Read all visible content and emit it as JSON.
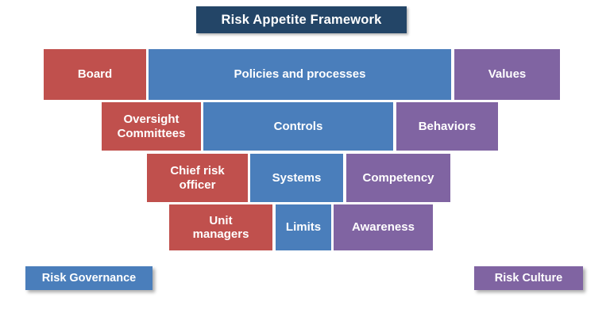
{
  "title": {
    "label": "Risk Appetite Framework"
  },
  "colors": {
    "navy": "#234567",
    "red": "#C0504D",
    "blue": "#4A7EBB",
    "purple": "#8064A2",
    "background": "#FFFFFF",
    "text": "#FFFFFF"
  },
  "pyramid": {
    "rows": [
      {
        "governance": "Board",
        "policies": "Policies and processes",
        "culture": "Values"
      },
      {
        "governance": "Oversight\nCommittees",
        "policies": "Controls",
        "culture": "Behaviors"
      },
      {
        "governance": "Chief risk\nofficer",
        "policies": "Systems",
        "culture": "Competency"
      },
      {
        "governance": "Unit\nmanagers",
        "policies": "Limits",
        "culture": "Awareness"
      }
    ]
  },
  "footer": {
    "left_label": "Risk Governance",
    "right_label": "Risk Culture"
  }
}
